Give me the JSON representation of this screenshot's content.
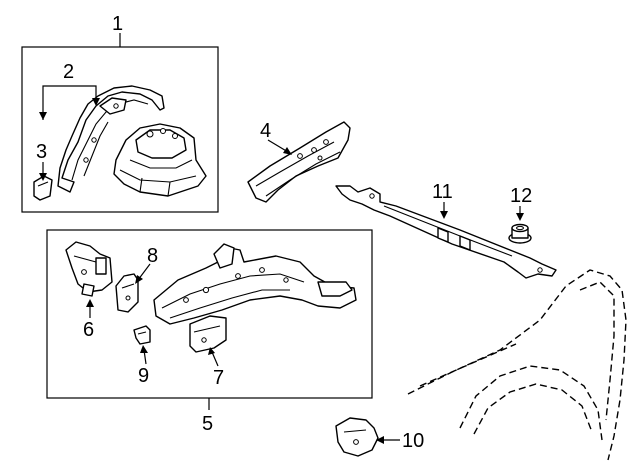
{
  "callouts": {
    "c1": "1",
    "c2": "2",
    "c3": "3",
    "c4": "4",
    "c5": "5",
    "c6": "6",
    "c7": "7",
    "c8": "8",
    "c9": "9",
    "c10": "10",
    "c11": "11",
    "c12": "12"
  },
  "parts": [
    {
      "id": "1",
      "icon": "upper-frame-assembly"
    },
    {
      "id": "2",
      "icon": "upper-frame-rail"
    },
    {
      "id": "3",
      "icon": "small-bracket"
    },
    {
      "id": "4",
      "icon": "apron-reinforcement"
    },
    {
      "id": "5",
      "icon": "lower-frame-assembly"
    },
    {
      "id": "6",
      "icon": "front-bracket"
    },
    {
      "id": "7",
      "icon": "side-plate"
    },
    {
      "id": "8",
      "icon": "gusset"
    },
    {
      "id": "9",
      "icon": "clip"
    },
    {
      "id": "10",
      "icon": "fender-bracket"
    },
    {
      "id": "11",
      "icon": "radiator-support-bar"
    },
    {
      "id": "12",
      "icon": "flange-nut"
    }
  ]
}
